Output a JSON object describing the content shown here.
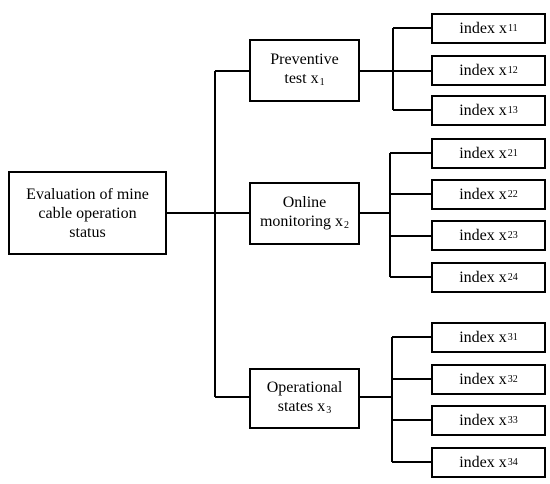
{
  "root": {
    "line1": "Evaluation of mine",
    "line2": "cable operation",
    "line3": "status"
  },
  "groups": [
    {
      "line1": "Preventive",
      "line2": "test",
      "sub": "1",
      "leaves": [
        {
          "text": "index x",
          "sub": "11"
        },
        {
          "text": "index x",
          "sub": "12"
        },
        {
          "text": "index x",
          "sub": "13"
        }
      ]
    },
    {
      "line1": "Online",
      "line2": "monitoring",
      "sub": "2",
      "leaves": [
        {
          "text": "index x",
          "sub": "21"
        },
        {
          "text": "index x",
          "sub": "22"
        },
        {
          "text": "index x",
          "sub": "23"
        },
        {
          "text": "index x",
          "sub": "24"
        }
      ]
    },
    {
      "line1": "Operational",
      "line2": "states",
      "sub": "3",
      "leaves": [
        {
          "text": "index x",
          "sub": "31"
        },
        {
          "text": "index x",
          "sub": "32"
        },
        {
          "text": "index x",
          "sub": "33"
        },
        {
          "text": "index x",
          "sub": "34"
        }
      ]
    }
  ],
  "mid_var": "x"
}
